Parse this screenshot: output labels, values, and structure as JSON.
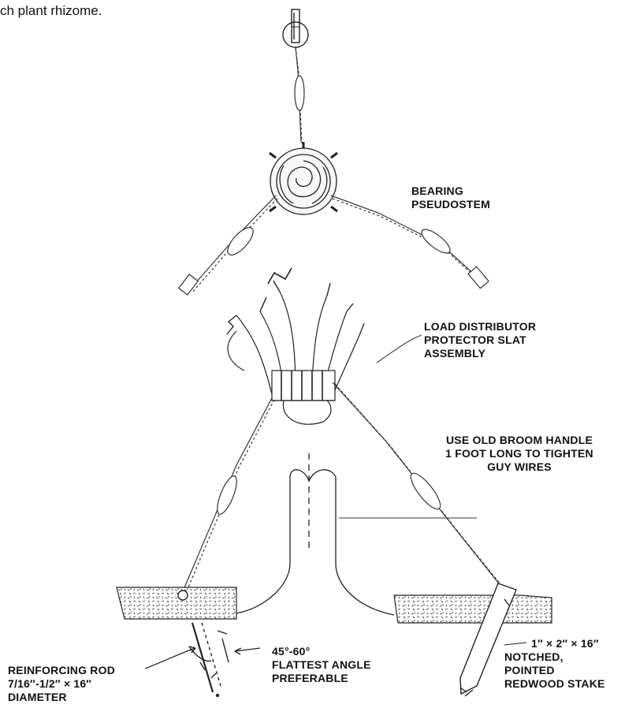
{
  "caption": "ch plant rhizome.",
  "labels": {
    "bearing_pseudostem": [
      "BEARING",
      "PSEUDOSTEM"
    ],
    "load_distributor": [
      "LOAD DISTRIBUTOR",
      "PROTECTOR SLAT",
      "ASSEMBLY"
    ],
    "broom_handle": [
      "USE OLD BROOM HANDLE",
      "1 FOOT LONG TO TIGHTEN",
      "GUY WIRES"
    ],
    "reinforcing_rod": [
      "REINFORCING ROD",
      "7/16″-1/2″ × 16″",
      "DIAMETER"
    ],
    "angle": [
      "45°-60°",
      "FLATTEST ANGLE",
      "PREFERABLE"
    ],
    "redwood_stake": [
      "1″ × 2″ × 16″",
      "NOTCHED,",
      "POINTED",
      "REDWOOD STAKE"
    ]
  }
}
